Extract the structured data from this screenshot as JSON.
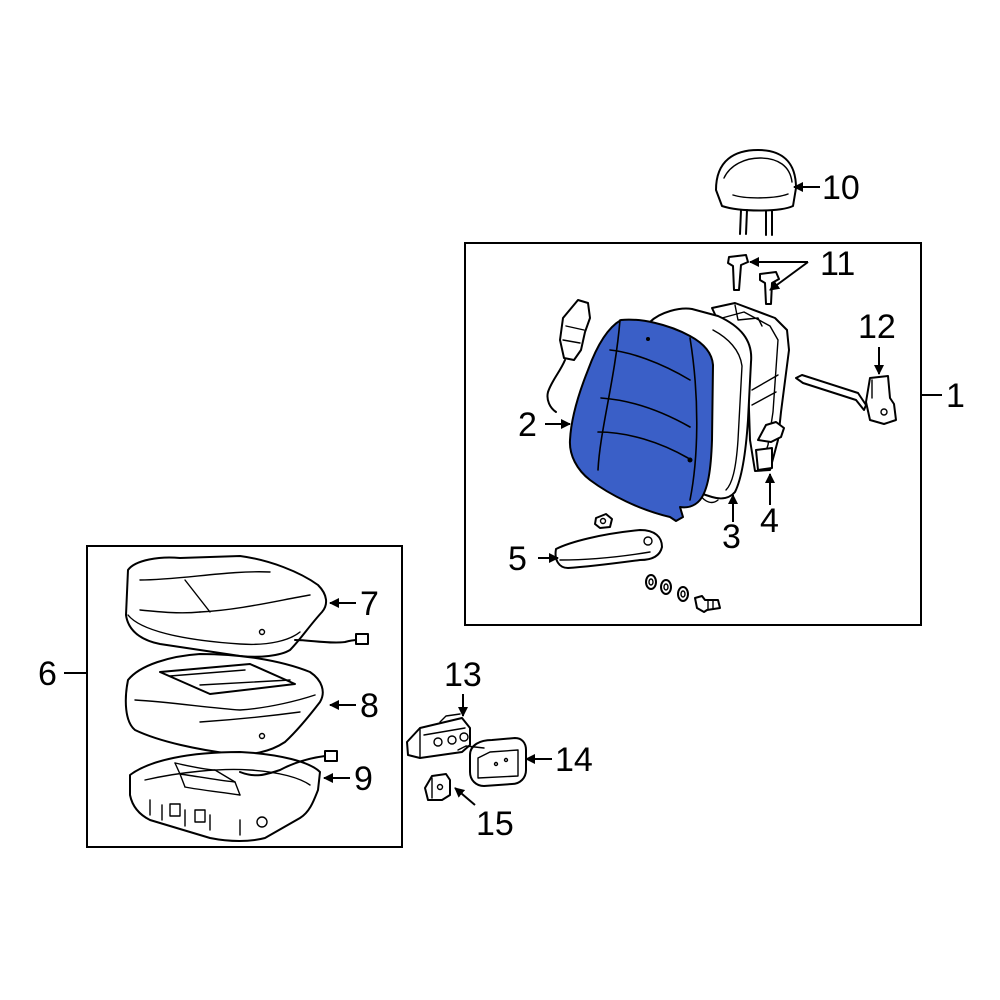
{
  "callouts": {
    "c1": "1",
    "c2": "2",
    "c3": "3",
    "c4": "4",
    "c5": "5",
    "c6": "6",
    "c7": "7",
    "c8": "8",
    "c9": "9",
    "c10": "10",
    "c11": "11",
    "c12": "12",
    "c13": "13",
    "c14": "14",
    "c15": "15"
  },
  "colors": {
    "highlight": "#3a5fc7",
    "line": "#000000",
    "background": "#ffffff"
  },
  "highlighted_part": "2"
}
